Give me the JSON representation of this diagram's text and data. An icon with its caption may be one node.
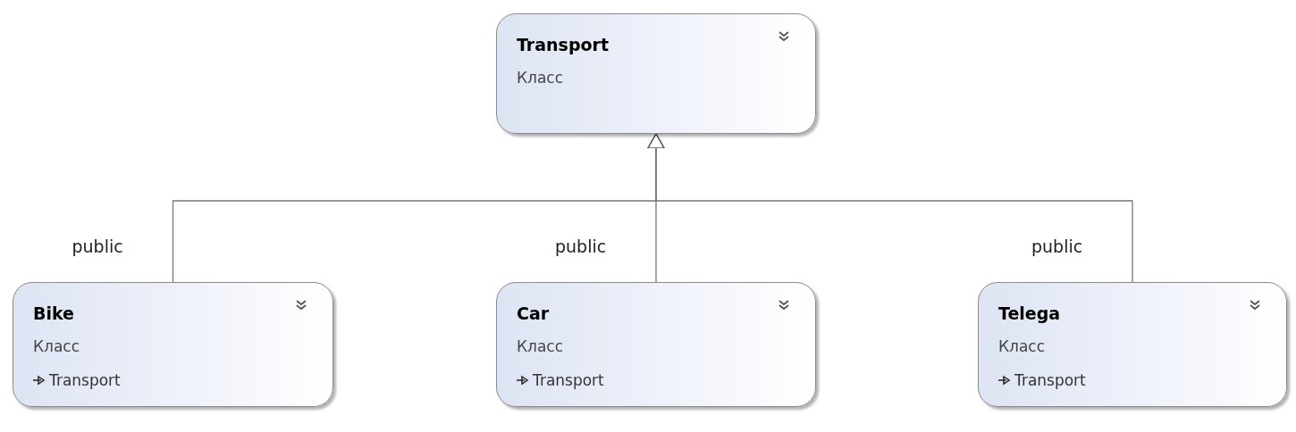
{
  "diagram": {
    "nodes": [
      {
        "text": [
          "Transport",
          "Класс"
        ]
      },
      {
        "text": [
          "Bike",
          "Класс",
          "Transport"
        ]
      },
      {
        "text": [
          "Car",
          "Класс",
          "Transport"
        ]
      },
      {
        "text": [
          "Telega",
          "Класс",
          "Transport"
        ]
      }
    ],
    "edges": [
      {
        "from": 1,
        "to": 0,
        "arrow": "to",
        "label": "public"
      },
      {
        "from": 2,
        "to": 0,
        "arrow": "to",
        "label": "public"
      },
      {
        "from": 3,
        "to": 0,
        "arrow": "to",
        "label": "public"
      }
    ]
  }
}
